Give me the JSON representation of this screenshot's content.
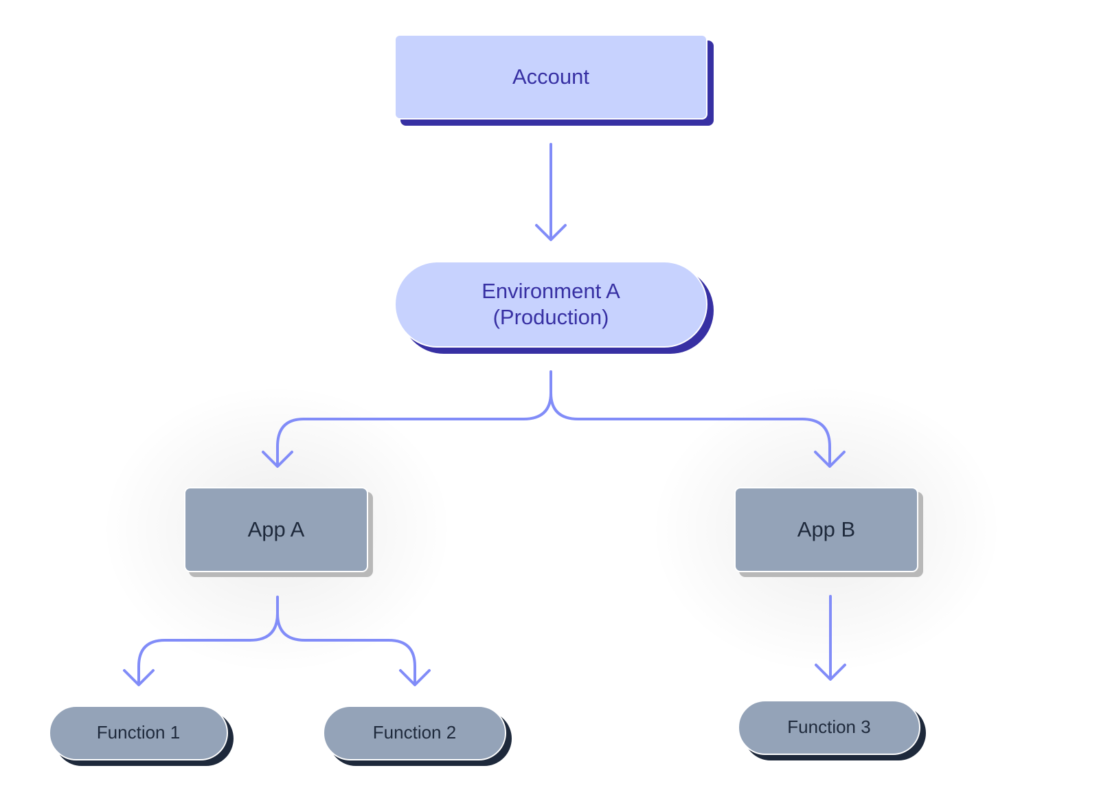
{
  "diagram": {
    "nodes": {
      "account": {
        "label": "Account"
      },
      "environment": {
        "line1": "Environment A",
        "line2": "(Production)"
      },
      "app_a": {
        "label": "App A"
      },
      "app_b": {
        "label": "App B"
      },
      "function_1": {
        "label": "Function 1"
      },
      "function_2": {
        "label": "Function 2"
      },
      "function_3": {
        "label": "Function 3"
      }
    },
    "edges": [
      {
        "from": "Account",
        "to": "Environment A"
      },
      {
        "from": "Environment A",
        "to": "App A"
      },
      {
        "from": "Environment A",
        "to": "App B"
      },
      {
        "from": "App A",
        "to": "Function 1"
      },
      {
        "from": "App A",
        "to": "Function 2"
      },
      {
        "from": "App B",
        "to": "Function 3"
      }
    ],
    "colors": {
      "connector": "#818cf8",
      "primary_fill": "#c7d2fe",
      "primary_text": "#3730a3",
      "primary_shadow": "#3730a3",
      "secondary_fill": "#94a3b8",
      "secondary_text": "#1e293b",
      "app_shadow": "#b8b8b8",
      "function_shadow": "#1e293b"
    }
  }
}
